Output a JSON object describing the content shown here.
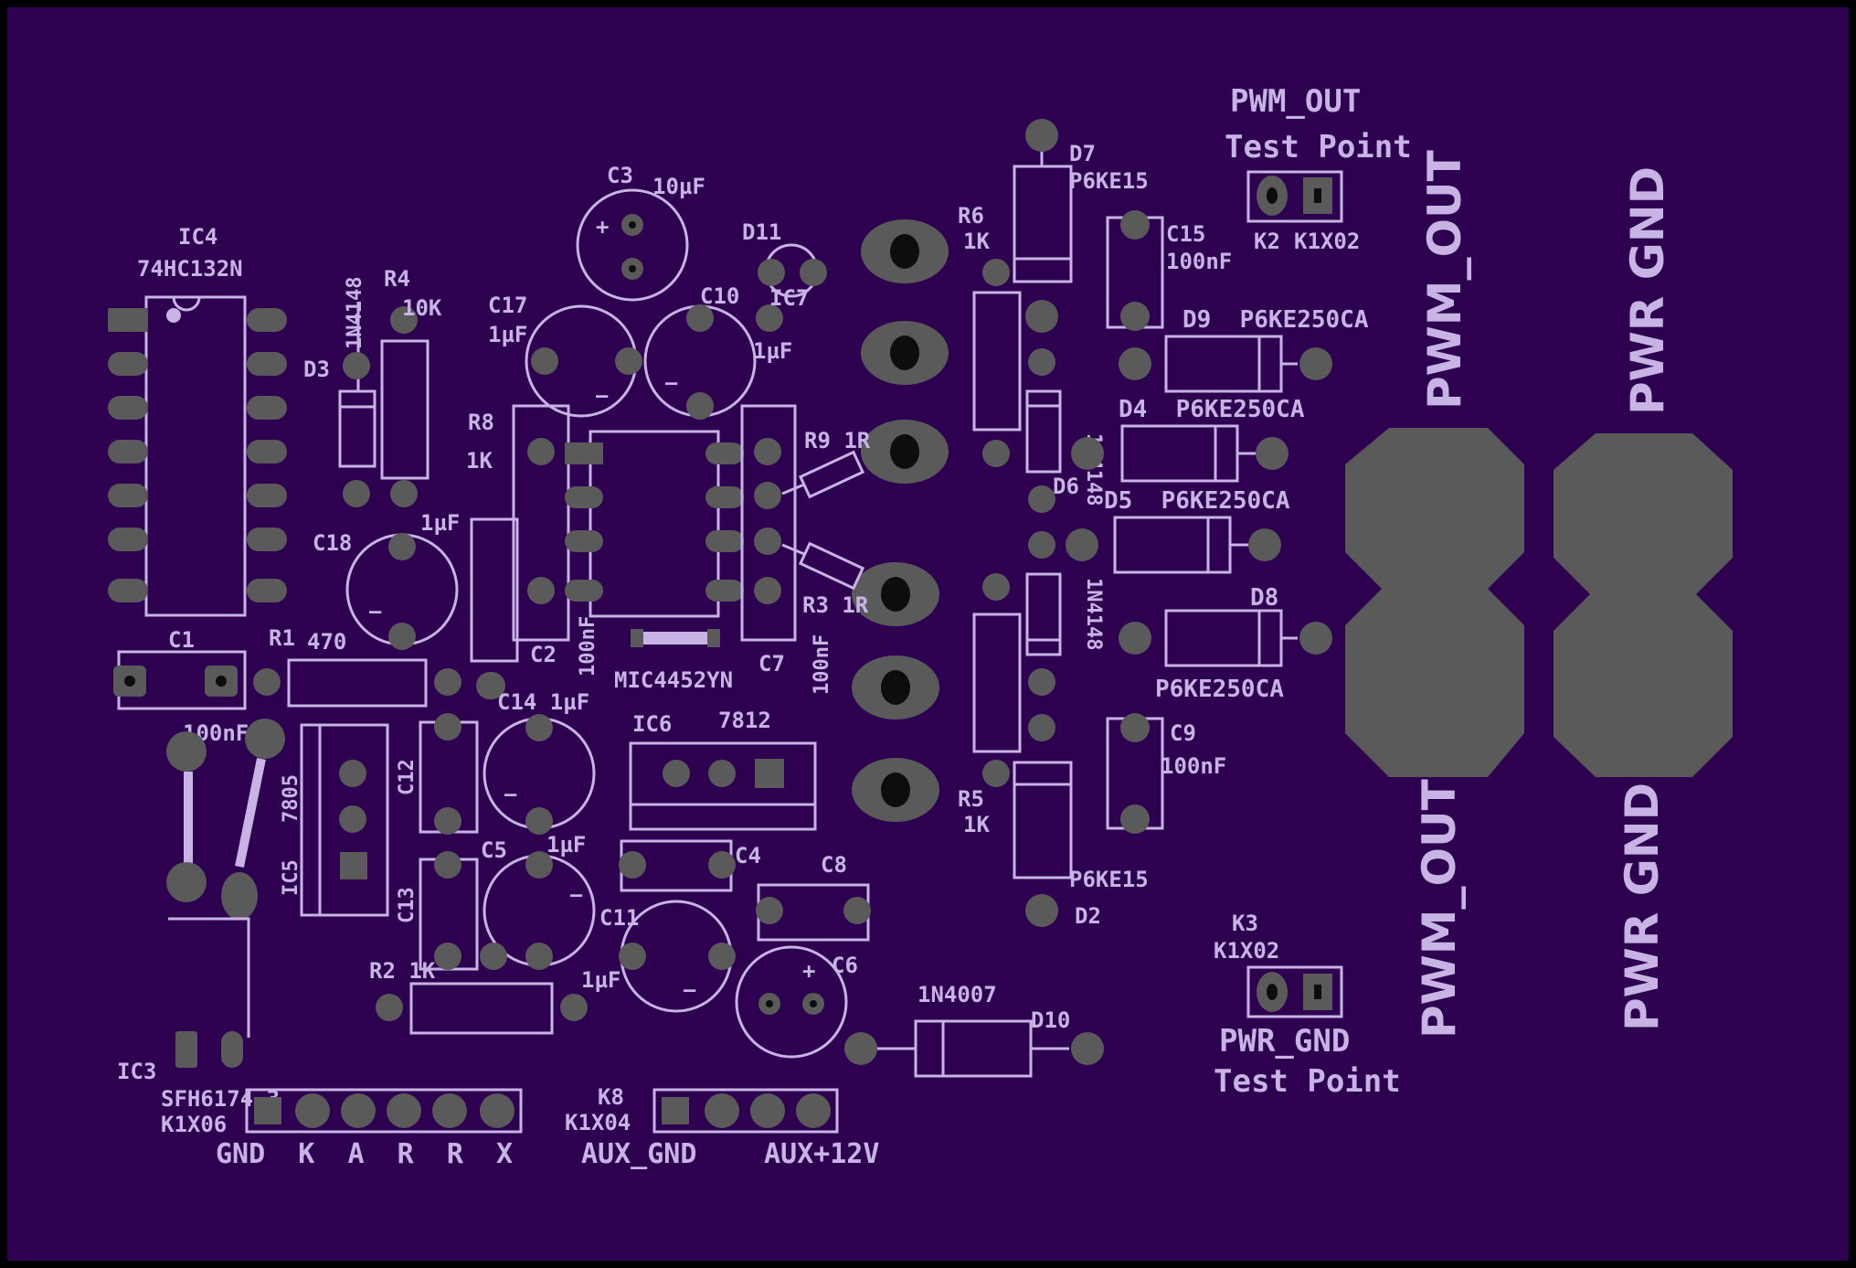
{
  "colors": {
    "board": "#2d0050",
    "border": "#000000",
    "silkscreen": "#c8b4e4",
    "copper": "#5a5a5a",
    "drill": "#0d0d0d"
  },
  "labels": {
    "pwm_out_header": "PWM_OUT",
    "test_point_1": "Test Point",
    "k2": "K2",
    "k1x02_top": "K1X02",
    "pwm_out_big_top": "PWM_OUT",
    "pwr_gnd_big_top": "PWR GND",
    "pwm_out_big_bottom": "PWM_OUT",
    "pwr_gnd_big_bottom": "PWR GND",
    "k3": "K3",
    "k1x02_bottom": "K1X02",
    "pwr_gnd_header": "PWR_GND",
    "test_point_2": "Test Point",
    "ic4": "IC4",
    "ic4_part": "74HC132N",
    "r4": "R4",
    "r4_val": "10K",
    "d3": "D3",
    "d3_part": "1N4148",
    "c3": "C3",
    "c3_val": "10µF",
    "d11": "D11",
    "c17": "C17",
    "c17_val": "1µF",
    "c10": "C10",
    "c10_val": "1µF",
    "ic7": "IC7",
    "r8": "R8",
    "r8_val": "1K",
    "r9": "R9 1R",
    "c18": "C18",
    "c18_val": "1µF",
    "c2": "C2",
    "c2_val": "100nF",
    "c7": "C7",
    "c7_val": "100nF",
    "r3": "R3 1R",
    "mic": "MIC4452YN",
    "c1": "C1",
    "c1_val": "100nF",
    "r1": "R1",
    "r1_val": "470",
    "c14": "C14 1µF",
    "ic6": "IC6",
    "ic6_part": "7812",
    "ic5": "IC5",
    "ic5_part": "7805",
    "c12": "C12",
    "c13": "C13",
    "c5": "C5",
    "c5_val": "1µF",
    "c4": "C4",
    "c8": "C8",
    "c11": "C11",
    "c11_val": "1µF",
    "c6": "C6",
    "r2": "R2 1K",
    "ic3": "IC3",
    "sfh": "SFH6174-3",
    "k1x06": "K1X06",
    "k8": "K8",
    "k1x04": "K1X04",
    "gnd_pins": "GND  K  A  R  R  X",
    "aux_gnd": "AUX_GND",
    "aux_12v": "AUX+12V",
    "d10": "D10",
    "d10_part": "1N4007",
    "r6": "R6",
    "r6_val": "1K",
    "d7": "D7",
    "d7_part": "P6KE15",
    "c15": "C15",
    "c15_val": "100nF",
    "d9": "D9  P6KE250CA",
    "d4": "D4  P6KE250CA",
    "d6": "D6",
    "d6_part": "1N4148",
    "d5": "D5  P6KE250CA",
    "d8": "D8",
    "d8_part": "P6KE250CA",
    "d1_part": "1N4148",
    "c9": "C9",
    "c9_val": "100nF",
    "r5": "R5",
    "r5_val": "1K",
    "d2_part": "P6KE15",
    "d2": "D2"
  }
}
